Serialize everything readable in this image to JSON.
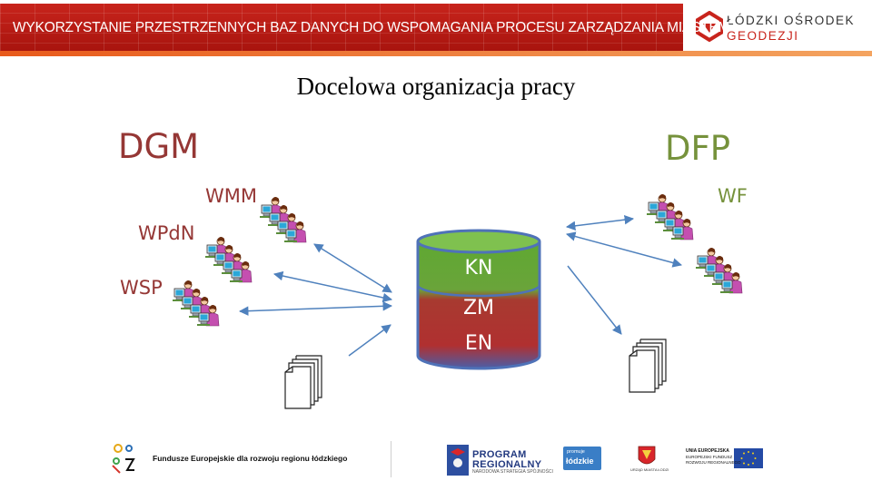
{
  "header": {
    "title": "WYKORZYSTANIE PRZESTRZENNYCH BAZ DANYCH DO WSPOMAGANIA PROCESU ZARZĄDZANIA MIASTEM",
    "logo_line1": "ŁÓDZKI OŚRODEK",
    "logo_line2": "GEODEZJI"
  },
  "slide": {
    "title": "Docelowa organizacja pracy",
    "left_group": "DGM",
    "right_group": "DFP",
    "left_units": [
      "WMM",
      "WPdN",
      "WSP"
    ],
    "right_unit": "WF",
    "database_layers": [
      "KN",
      "ZM",
      "EN"
    ]
  },
  "colors": {
    "header_red": "#c8241c",
    "dgm_red": "#953735",
    "dfp_green": "#76923c",
    "db_top_green": "#5fa832",
    "db_bottom_red": "#b03030",
    "arrow_blue": "#4f81bd"
  },
  "footer": {
    "fund_text": "Fundusze Europejskie dla rozwoju regionu łódzkiego",
    "program_line1": "PROGRAM",
    "program_line2": "REGIONALNY",
    "program_line3": "NARODOWA STRATEGIA SPÓJNOŚCI",
    "promuje_line1": "promuje",
    "promuje_line2": "łódzkie",
    "urzad": "URZĄD MIASTA ŁODZI",
    "ue_line1": "UNIA EUROPEJSKA",
    "ue_line2": "EUROPEJSKI FUNDUSZ",
    "ue_line3": "ROZWOJU REGIONALNEGO"
  },
  "icons": [
    "workstation-group-icon",
    "document-stack-icon",
    "database-cylinder-icon",
    "eu-flag-icon",
    "logo-icon"
  ]
}
